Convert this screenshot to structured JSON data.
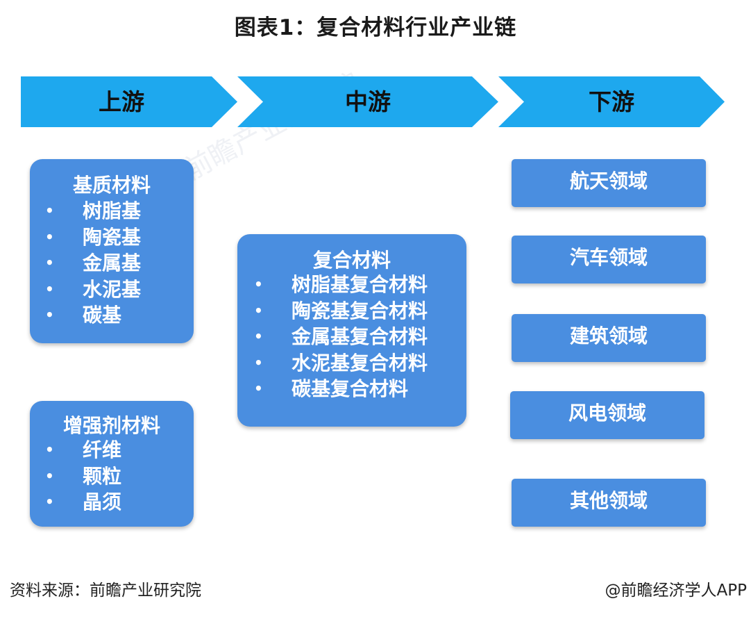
{
  "title": "图表1：复合材料行业产业链",
  "stages": {
    "upstream": "上游",
    "midstream": "中游",
    "downstream": "下游"
  },
  "upstream": {
    "matrix": {
      "heading": "基质材料",
      "items": [
        "树脂基",
        "陶瓷基",
        "金属基",
        "水泥基",
        "碳基"
      ]
    },
    "reinforcement": {
      "heading": "增强剂材料",
      "items": [
        "纤维",
        "颗粒",
        "晶须"
      ]
    }
  },
  "midstream": {
    "heading": "复合材料",
    "items": [
      "树脂基复合材料",
      "陶瓷基复合材料",
      "金属基复合材料",
      "水泥基复合材料",
      "碳基复合材料"
    ]
  },
  "downstream": {
    "items": [
      "航天领域",
      "汽车领域",
      "建筑领域",
      "风电领域",
      "其他领域"
    ]
  },
  "bullet_symbol": "•",
  "watermark": "前瞻产业研究院",
  "footer": {
    "source": "资料来源：前瞻产业研究院",
    "brand": "@前瞻经济学人APP"
  },
  "colors": {
    "arrow": "#1ea8ee",
    "box": "#4a8ee0",
    "box_text": "#ffffff"
  }
}
